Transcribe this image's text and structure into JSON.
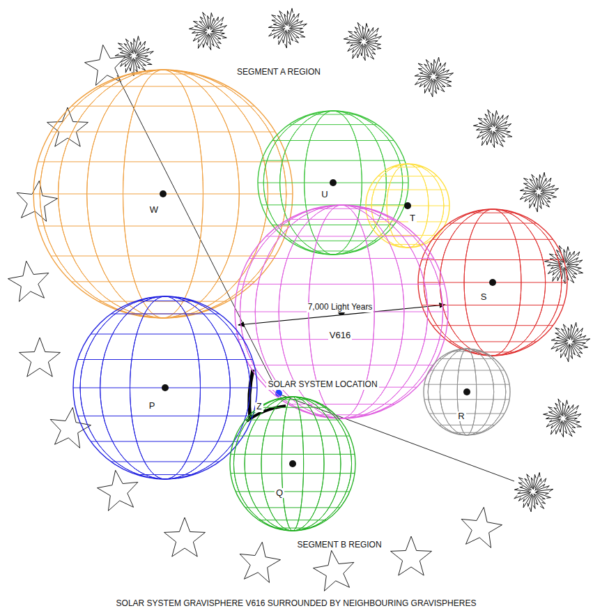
{
  "diagram": {
    "caption": "SOLAR SYSTEM GRAVISPHERE V616 SURROUNDED BY NEIGHBOURING GRAVISPHERES",
    "nodes": [
      {
        "text": [
          "W"
        ]
      },
      {
        "text": [
          "U"
        ]
      },
      {
        "text": [
          "T"
        ]
      },
      {
        "text": [
          "S"
        ]
      },
      {
        "text": [
          "V616"
        ]
      },
      {
        "text": [
          "P"
        ]
      },
      {
        "text": [
          "R"
        ]
      },
      {
        "text": [
          "Q"
        ]
      }
    ],
    "labels": [
      "SEGMENT A REGION",
      "7,000 Light Years",
      "SOLAR SYSTEM LOCATION",
      "Z",
      "SEGMENT B REGION"
    ]
  }
}
